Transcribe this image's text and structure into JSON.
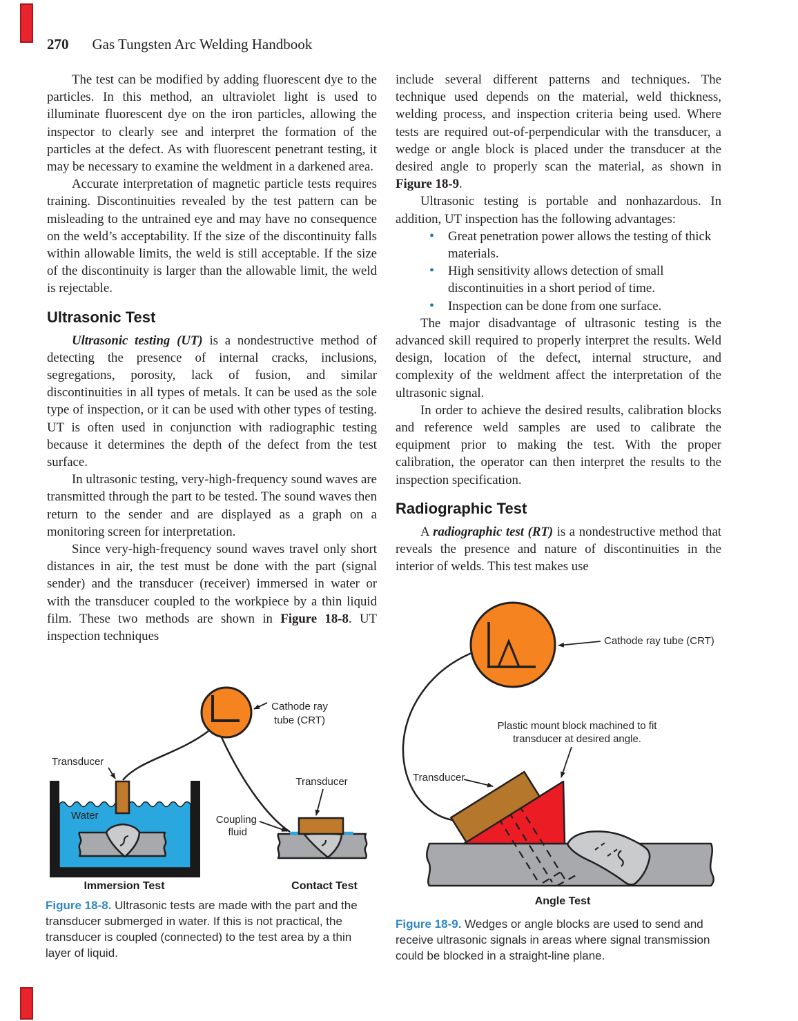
{
  "header": {
    "page_number": "270",
    "book_title": "Gas Tungsten Arc Welding Handbook"
  },
  "columns": {
    "left": {
      "para_fluorescent": "The test can be modified by adding fluorescent dye to the particles. In this method, an ultraviolet light is used to illuminate fluorescent dye on the iron particles, allowing the inspector to clearly see and interpret the formation of the particles at the defect. As with fluorescent penetrant testing, it may be necessary to examine the weldment in a darkened area.",
      "para_interpretation": "Accurate interpretation of magnetic particle tests requires training. Discontinuities revealed by the test pattern can be misleading to the untrained eye and may have no consequence on the weld’s acceptability. If the size of the discontinuity falls within allowable limits, the weld is still acceptable. If the size of the discontinuity is larger than the allowable limit, the weld is rejectable.",
      "heading_ultrasonic": "Ultrasonic Test",
      "para_ut_lead": "Ultrasonic testing (UT)",
      "para_ut_rest": " is a nondestructive method of detecting the presence of internal cracks, inclusions, segregations, porosity, lack of fusion, and similar discontinuities in all types of metals. It can be used as the sole type of inspection, or it can be used with other types of testing. UT is often used in conjunction with radiographic testing because it determines the depth of the defect from the test surface.",
      "para_waves": "In ultrasonic testing, very-high-frequency sound waves are transmitted through the part to be tested. The sound waves then return to the sender and are displayed as a graph on a monitoring screen for interpretation.",
      "para_since_a": "Since very-high-frequency sound waves travel only short distances in air, the test must be done with the part (signal sender) and the transducer (receiver) immersed in water or with the transducer coupled to the workpiece by a thin liquid film. These two methods are shown in ",
      "para_since_bold": "Figure 18-8",
      "para_since_b": ". UT inspection techniques"
    },
    "right": {
      "para_include_a": "include several different patterns and techniques. The technique used depends on the material, weld thickness, welding process, and inspection criteria being used. Where tests are required out-of-perpendicular with the transducer, a wedge or angle block is placed under the transducer at the desired angle to properly scan the material, as shown in ",
      "para_include_bold": "Figure 18-9",
      "para_include_b": ".",
      "para_portable": "Ultrasonic testing is portable and nonhazardous. In addition, UT inspection has the following advantages:",
      "bullets": [
        "Great penetration power allows the testing of thick materials.",
        "High sensitivity allows detection of small discontinuities in a short period of time.",
        "Inspection can be done from one surface."
      ],
      "para_disadvantage": "The major disadvantage of ultrasonic testing is the advanced skill required to properly interpret the results. Weld design, location of the defect, internal structure, and complexity of the weldment affect the interpretation of the ultrasonic signal.",
      "para_calibration": "In order to achieve the desired results, calibration blocks and reference weld samples are used to calibrate the equipment prior to making the test. With the proper calibration, the operator can then interpret the results to the inspection specification.",
      "heading_radiographic": "Radiographic Test",
      "para_rt_a": "A ",
      "para_rt_lead": "radiographic test (RT)",
      "para_rt_b": " is a nondestructive method that reveals the presence and nature of discontinuities in the interior of welds. This test makes use"
    }
  },
  "figure_18_8": {
    "labels": {
      "transducer_left": "Transducer",
      "water": "Water",
      "crt_line1": "Cathode ray",
      "crt_line2": "tube (CRT)",
      "coupling_line1": "Coupling",
      "coupling_line2": "fluid",
      "transducer_right": "Transducer",
      "immersion": "Immersion Test",
      "contact": "Contact Test"
    },
    "caption_label": "Figure 18-8.",
    "caption_text": " Ultrasonic tests are made with the part and the transducer submerged in water. If this is not practical, the transducer is coupled (connected) to the test area by a thin layer of liquid."
  },
  "figure_18_9": {
    "labels": {
      "crt": "Cathode ray tube (CRT)",
      "plastic_line1": "Plastic mount block machined to fit",
      "plastic_line2": "transducer at desired angle.",
      "transducer": "Transducer",
      "angle": "Angle Test"
    },
    "caption_label": "Figure 18-9.",
    "caption_text": " Wedges or angle blocks are used to send and receive ultrasonic signals in areas where signal transmission could be blocked in a straight-line plane."
  },
  "colors": {
    "crt_orange": "#F5831F",
    "water_blue": "#2AA7DE",
    "transducer_brown": "#BF7B2B",
    "angle_block_brown": "#B5772B",
    "wedge_red": "#EC1C24",
    "plate_gray": "#A7A9AC",
    "weld_bead_gray": "#C9CBCC",
    "caption_blue": "#2E86C5",
    "bullet_blue": "#1B75BC",
    "edge_tab_red": "#E8242C",
    "text_black": "#231F20"
  }
}
